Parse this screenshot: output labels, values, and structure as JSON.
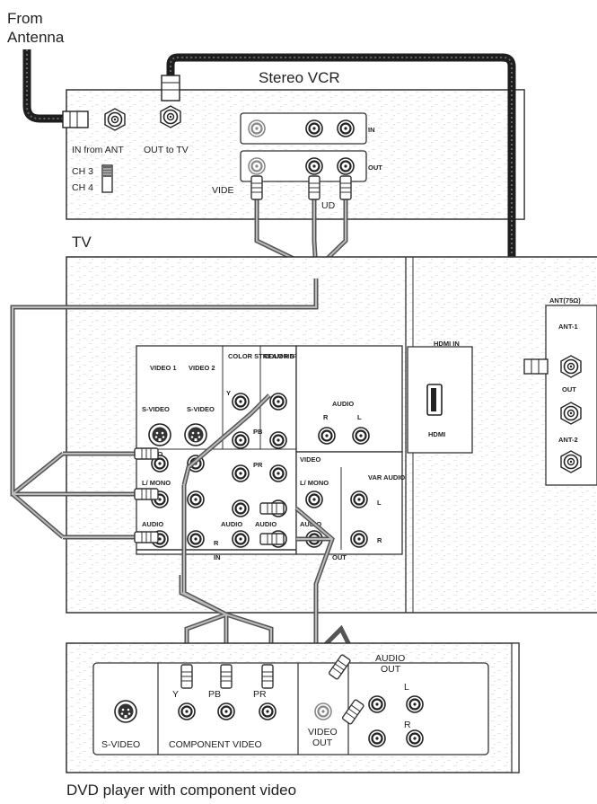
{
  "antenna": {
    "label_line1": "From",
    "label_line2": "Antenna"
  },
  "vcr": {
    "title": "Stereo VCR",
    "in_from_ant": "IN from ANT",
    "out_to_tv": "OUT to TV",
    "ch3": "CH 3",
    "ch4": "CH 4",
    "in": "IN",
    "out": "OUT",
    "video_partial": "VIDE",
    "audio_partial": "UD"
  },
  "tv": {
    "title": "TV",
    "video1": "VIDEO 1",
    "video2": "VIDEO 2",
    "color_stream_1": "COLOR STREAM HD-1",
    "color_stream_2": "COLOR STREAM HD-2",
    "svideo_1": "S-VIDEO",
    "svideo_2": "S-VIDEO",
    "video": "VIDEO",
    "lmono": "L/ MONO",
    "audio_lower": "AUDIO",
    "y": "Y",
    "pb": "PB",
    "pr": "PR",
    "r": "R",
    "l": "L",
    "audio_mid": "AUDIO",
    "audio_top": "AUDIO",
    "in": "IN",
    "out": "OUT",
    "var_audio": "VAR AUDIO",
    "hdmi_in": "HDMI IN",
    "hdmi_logo": "HDMI",
    "ant75": "ANT(75Ω)",
    "ant1": "ANT-1",
    "ant_out": "OUT",
    "ant2": "ANT-2"
  },
  "dvd": {
    "svideo": "S-VIDEO",
    "component_video": "COMPONENT VIDEO",
    "y": "Y",
    "pb": "PB",
    "pr": "PR",
    "video_out_1": "VIDEO",
    "video_out_2": "OUT",
    "audio_out_1": "AUDIO",
    "audio_out_2": "OUT",
    "l": "L",
    "r": "R",
    "caption": "DVD player with component video"
  }
}
